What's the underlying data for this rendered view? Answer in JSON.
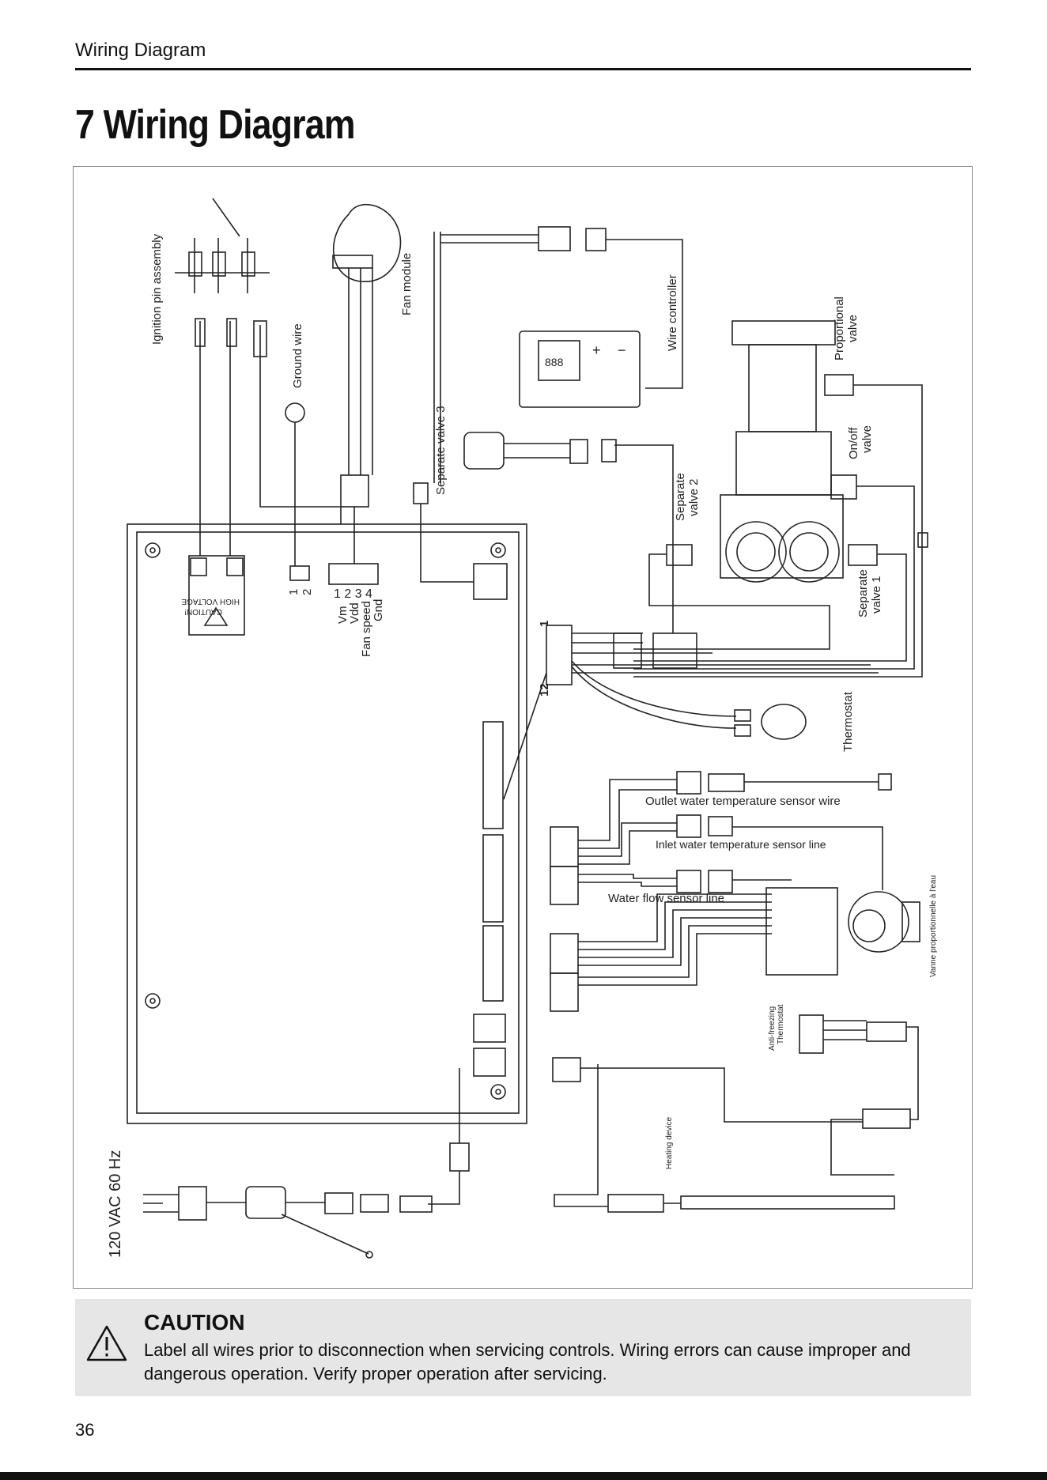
{
  "header": {
    "title": "Wiring Diagram"
  },
  "section": {
    "heading": "7 Wiring Diagram"
  },
  "diagram": {
    "labels": {
      "ignition": "Ignition pin assembly",
      "ground": "Ground wire",
      "fan": "Fan module",
      "separate3": "Separate valve 3",
      "wire_controller": "Wire controller",
      "proportional_1": "Proportional",
      "proportional_2": "valve",
      "onoff_1": "On/off",
      "onoff_2": "valve",
      "separate2_1": "Separate",
      "separate2_2": "valve 2",
      "separate1_1": "Separate",
      "separate1_2": "valve 1",
      "thermostat": "Thermostat",
      "outlet_sensor": "Outlet water temperature sensor wire",
      "inlet_sensor": "Inlet water temperature sensor line",
      "flow_sensor": "Water flow sensor line",
      "vanne": "Vanne proportionnelle à l'eau",
      "antifreeze_1": "Anti-freezing",
      "antifreeze_2": "Thermostat",
      "heating": "Heating device",
      "power": "120 VAC 60 Hz",
      "caution_1": "CAUTION!",
      "caution_2": "HIGH VOLTAGE",
      "pin_1": "1",
      "pin_2": "2",
      "fan_pins": "1 2 3 4",
      "vm": "Vm",
      "vdd": "Vdd",
      "fan_speed": "Fan speed",
      "gnd": "Gnd",
      "conn_1": "1",
      "conn_12": "12",
      "display": "888",
      "plus": "+",
      "minus": "−"
    }
  },
  "caution": {
    "title": "CAUTION",
    "text": "Label all wires prior to disconnection when servicing controls. Wiring errors can cause improper and dangerous operation. Verify proper operation after servicing."
  },
  "footer": {
    "page_number": "36"
  }
}
